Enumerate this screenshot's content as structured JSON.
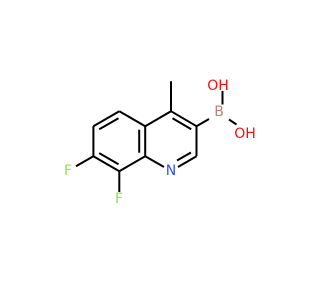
{
  "molecule": {
    "atoms": {
      "boron": {
        "symbol": "B",
        "color": "#BF7F7F"
      },
      "hydroxyl_upper": {
        "symbol": "OH",
        "color": "#FF0D0D"
      },
      "hydroxyl_lower": {
        "symbol": "OH",
        "color": "#FF0D0D"
      },
      "nitrogen": {
        "symbol": "N",
        "color": "#3050F8"
      },
      "fluorine_c7": {
        "symbol": "F",
        "color": "#90E050"
      },
      "fluorine_c8": {
        "symbol": "F",
        "color": "#90E050"
      }
    },
    "bond_color": "#000000"
  }
}
